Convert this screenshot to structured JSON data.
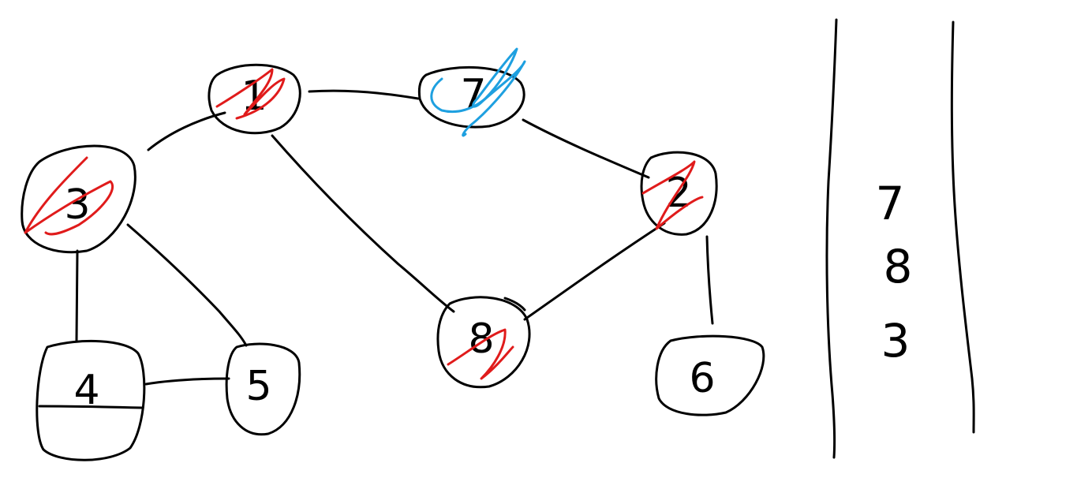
{
  "graph": {
    "nodes": [
      {
        "id": "1",
        "label": "1",
        "crossed": "red"
      },
      {
        "id": "2",
        "label": "2",
        "crossed": "red"
      },
      {
        "id": "3",
        "label": "3",
        "crossed": "red"
      },
      {
        "id": "4",
        "label": "4",
        "crossed": "none"
      },
      {
        "id": "5",
        "label": "5",
        "crossed": "none"
      },
      {
        "id": "6",
        "label": "6",
        "crossed": "none"
      },
      {
        "id": "7",
        "label": "7",
        "crossed": "blue"
      },
      {
        "id": "8",
        "label": "8",
        "crossed": "red"
      }
    ],
    "edges": [
      [
        "3",
        "1"
      ],
      [
        "1",
        "7"
      ],
      [
        "7",
        "2"
      ],
      [
        "1",
        "8"
      ],
      [
        "8",
        "2"
      ],
      [
        "2",
        "6"
      ],
      [
        "3",
        "4"
      ],
      [
        "3",
        "5"
      ],
      [
        "4",
        "5"
      ]
    ]
  },
  "stack": {
    "items": [
      "7",
      "8",
      "3"
    ]
  },
  "colors": {
    "ink": "#000000",
    "visited_mark": "#e01b1b",
    "current_mark": "#1ea0e0"
  }
}
